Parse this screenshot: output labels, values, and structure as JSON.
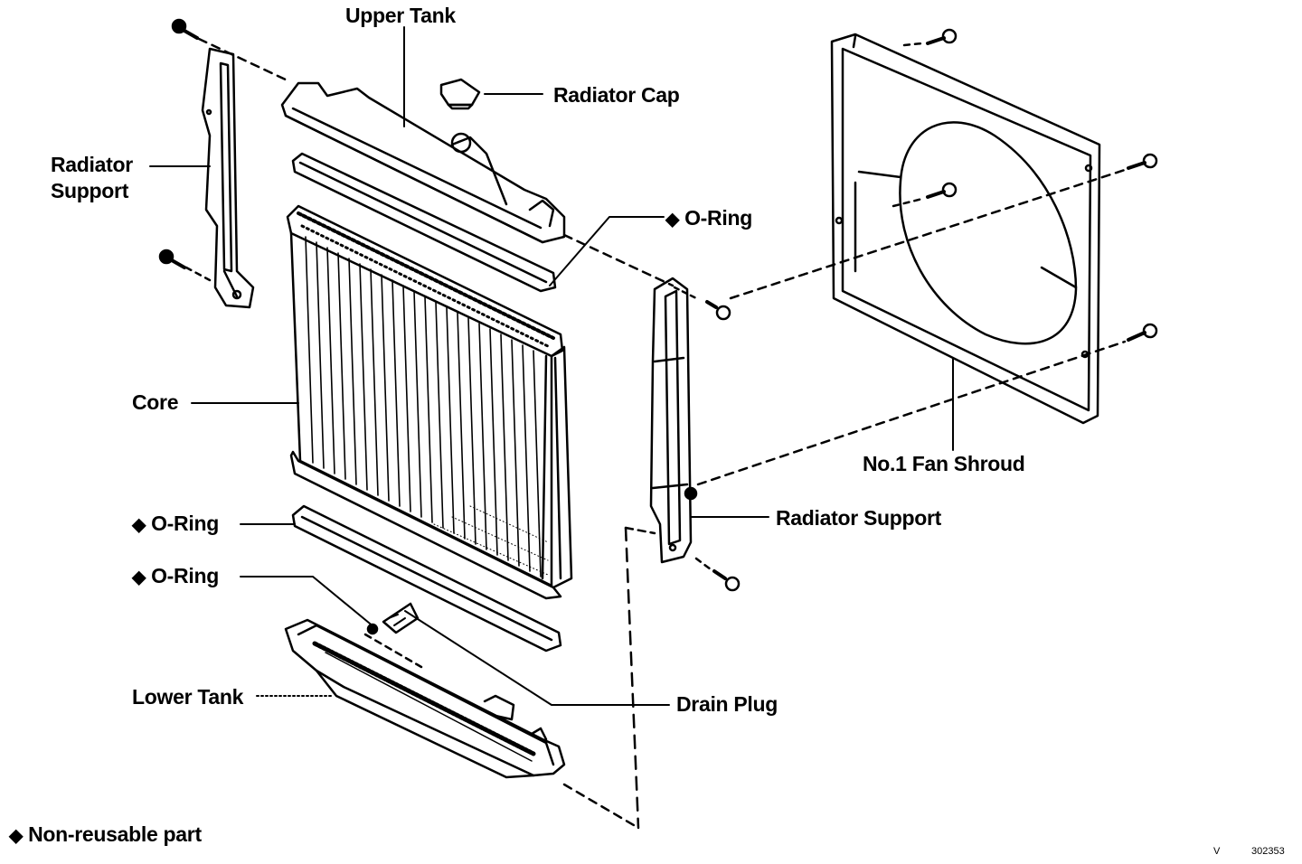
{
  "diagram": {
    "labels": {
      "upper_tank": "Upper Tank",
      "radiator_cap": "Radiator Cap",
      "radiator_support_left": "Radiator\nSupport",
      "o_ring_top": "O-Ring",
      "core": "Core",
      "o_ring_mid": "O-Ring",
      "o_ring_low": "O-Ring",
      "lower_tank": "Lower Tank",
      "drain_plug": "Drain Plug",
      "radiator_support_right": "Radiator Support",
      "fan_shroud": "No.1 Fan Shroud"
    },
    "marker": "◆",
    "legend": "Non-reusable part",
    "footer_code": "302353",
    "footer_mark": "V",
    "colors": {
      "ink": "#000000",
      "paper": "#ffffff"
    }
  }
}
